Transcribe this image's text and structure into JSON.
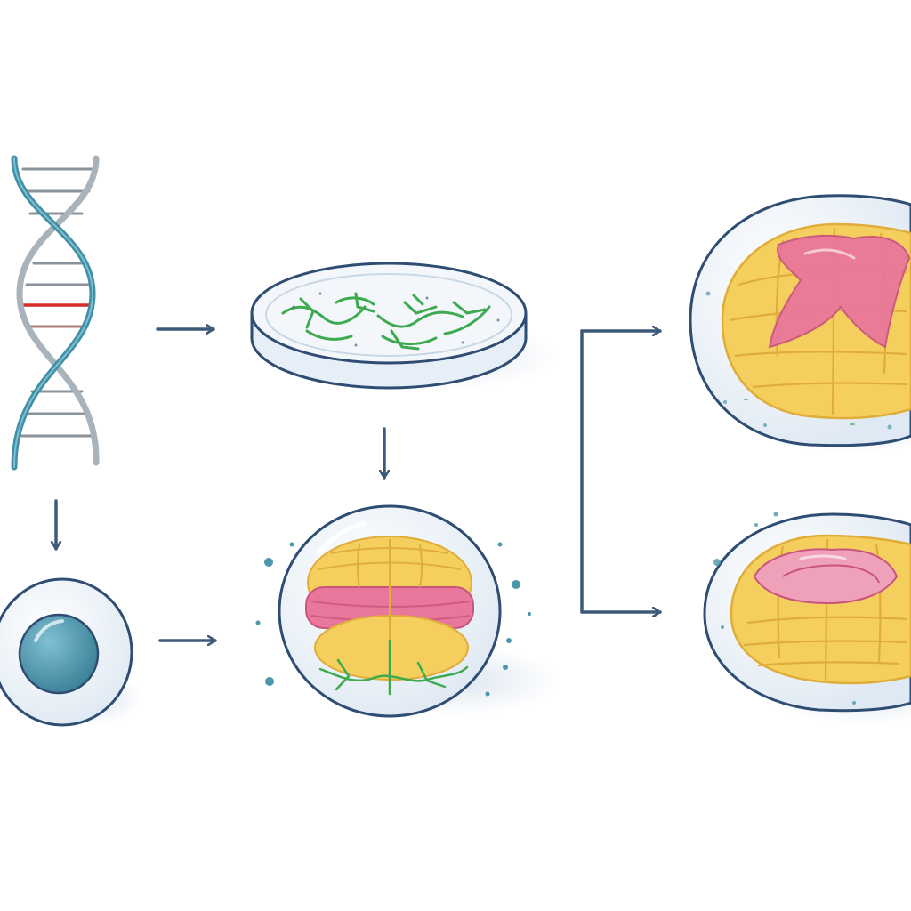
{
  "diagram": {
    "nodes": [
      {
        "id": "dna",
        "icon": "dna-double-helix-icon",
        "mutation_marker": "red-base-pair"
      },
      {
        "id": "single-cell",
        "icon": "cell-with-nucleus-icon"
      },
      {
        "id": "petri-dish",
        "icon": "petri-dish-with-neural-cells-icon"
      },
      {
        "id": "early-organoid",
        "icon": "early-brain-organoid-icon"
      },
      {
        "id": "organoid-large-pink",
        "icon": "brain-organoid-large-pink-region-icon"
      },
      {
        "id": "organoid-pink-band",
        "icon": "brain-organoid-pink-band-icon"
      }
    ],
    "edges": [
      {
        "from": "dna",
        "to": "single-cell"
      },
      {
        "from": "single-cell",
        "to": "early-organoid"
      },
      {
        "from": "petri-dish",
        "to": "early-organoid"
      },
      {
        "from": "dna",
        "to": "petri-dish"
      },
      {
        "from": "branch",
        "to": "organoid-large-pink"
      },
      {
        "from": "branch",
        "to": "organoid-pink-band"
      }
    ]
  },
  "colors": {
    "arrow": "#3d5a78",
    "outline": "#2f4d73",
    "dna_strand": "#3e8fa8",
    "dna_strand_back": "#a9b3bb",
    "mutation": "#d62b2b",
    "nucleus": "#4d97ad",
    "cell_body": "#e9f1f8",
    "tissue": "#f4cf5e",
    "tissue_dark": "#e0ac3a",
    "pink": "#e9779b",
    "neuron": "#3daa4f"
  }
}
